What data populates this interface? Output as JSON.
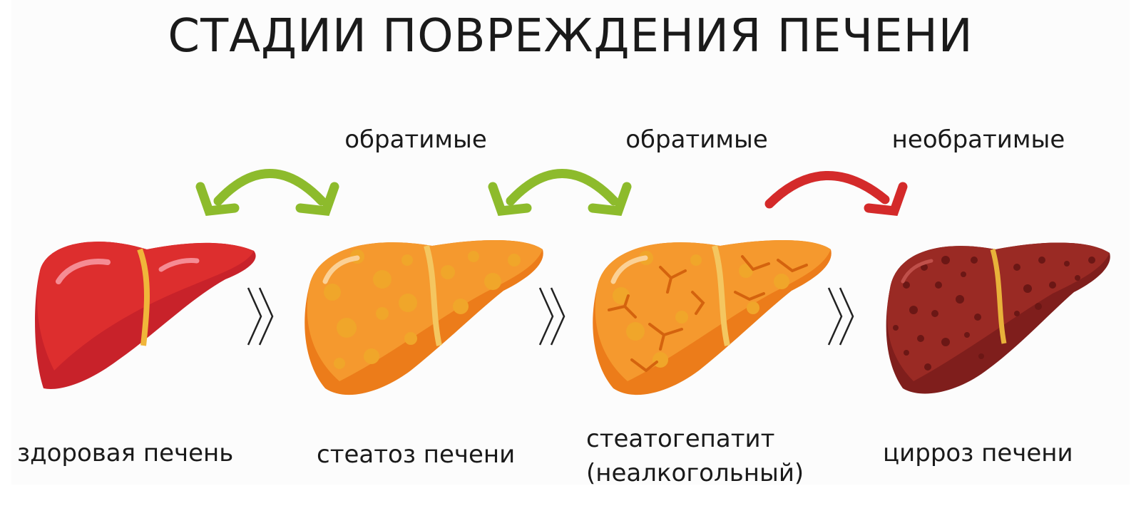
{
  "title": "СТАДИИ ПОВРЕЖДЕНИЯ ПЕЧЕНИ",
  "transitions": [
    {
      "label": "обратимые",
      "type": "reversible",
      "color": "#8dbb2c"
    },
    {
      "label": "обратимые",
      "type": "reversible",
      "color": "#8dbb2c"
    },
    {
      "label": "необратимые",
      "type": "irreversible",
      "color": "#d42a2a"
    }
  ],
  "stages": [
    {
      "name": "здоровая печень",
      "color": "#d62a2a"
    },
    {
      "name": "стеатоз печени",
      "color": "#f5922a"
    },
    {
      "name_line1": "стеатогепатит",
      "name_line2": "(неалкогольный)",
      "color": "#f5922a"
    },
    {
      "name": "цирроз печени",
      "color": "#9a2a24"
    }
  ]
}
